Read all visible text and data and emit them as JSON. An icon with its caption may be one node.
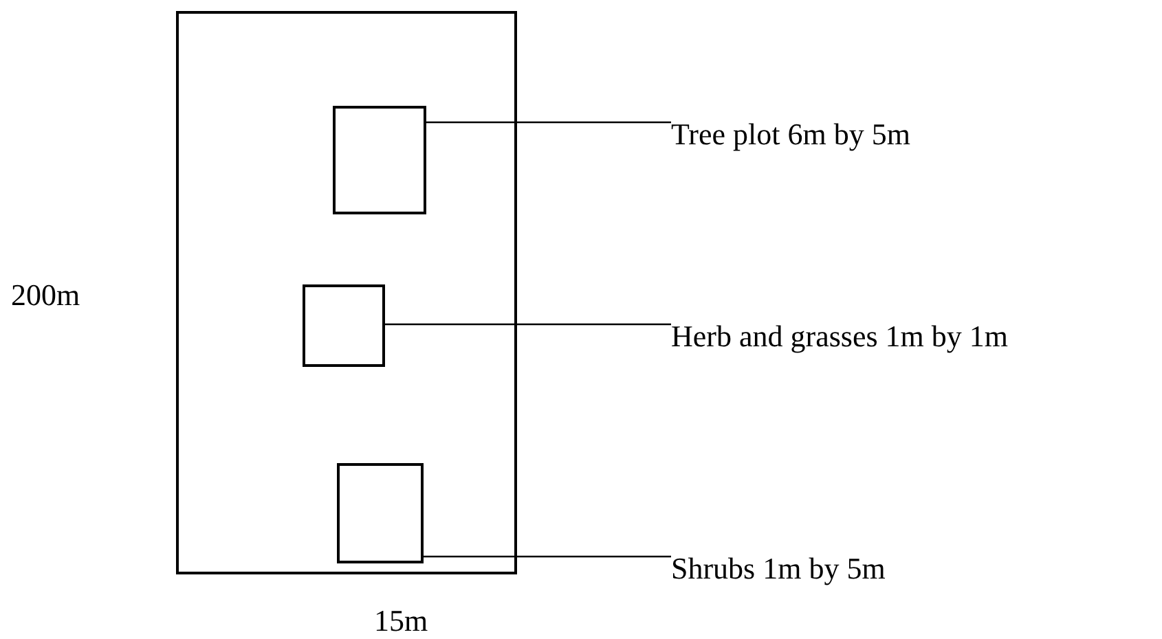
{
  "diagram": {
    "nodes": [
      {
        "text": [],
        "shape": "box"
      },
      {
        "text": [],
        "shape": "box",
        "in": 0
      },
      {
        "text": [
          "Tree plot 6m by 5m"
        ]
      },
      {
        "text": [],
        "shape": "box",
        "in": 0
      },
      {
        "text": [
          "Herb and grasses 1m by 1m"
        ]
      },
      {
        "text": [],
        "shape": "box",
        "in": 0
      },
      {
        "text": [
          "Shrubs 1m by 5m"
        ]
      }
    ],
    "edges": [
      {
        "from": 2,
        "to": 1,
        "arrow": "none"
      },
      {
        "from": 4,
        "to": 3,
        "arrow": "none"
      },
      {
        "from": 6,
        "to": 5,
        "arrow": "none"
      }
    ],
    "labels": [
      "200m",
      "15m"
    ]
  }
}
